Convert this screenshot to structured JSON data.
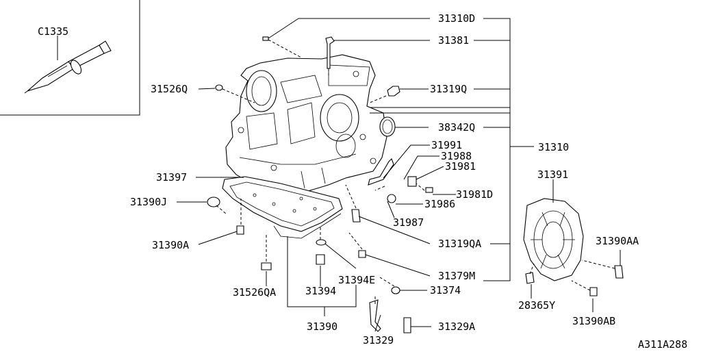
{
  "diagram_code": "A311A288",
  "inset": {
    "part": "C1335"
  },
  "callouts": {
    "c31310D": "31310D",
    "c31381": "31381",
    "c31526Q": "31526Q",
    "c31319Q": "31319Q",
    "c38342Q": "38342Q",
    "c31310": "31310",
    "c31991": "31991",
    "c31988": "31988",
    "c31981": "31981",
    "c31981D": "31981D",
    "c31986": "31986",
    "c31987": "31987",
    "c31397": "31397",
    "c31390J": "31390J",
    "c31390A": "31390A",
    "c31391": "31391",
    "c31390AA": "31390AA",
    "c31319QA": "31319QA",
    "c31379M": "31379M",
    "c31526QA": "31526QA",
    "c31394E": "31394E",
    "c31394": "31394",
    "c31374": "31374",
    "c28365Y": "28365Y",
    "c31390AB": "31390AB",
    "c31390": "31390",
    "c31329A": "31329A",
    "c31329": "31329"
  }
}
